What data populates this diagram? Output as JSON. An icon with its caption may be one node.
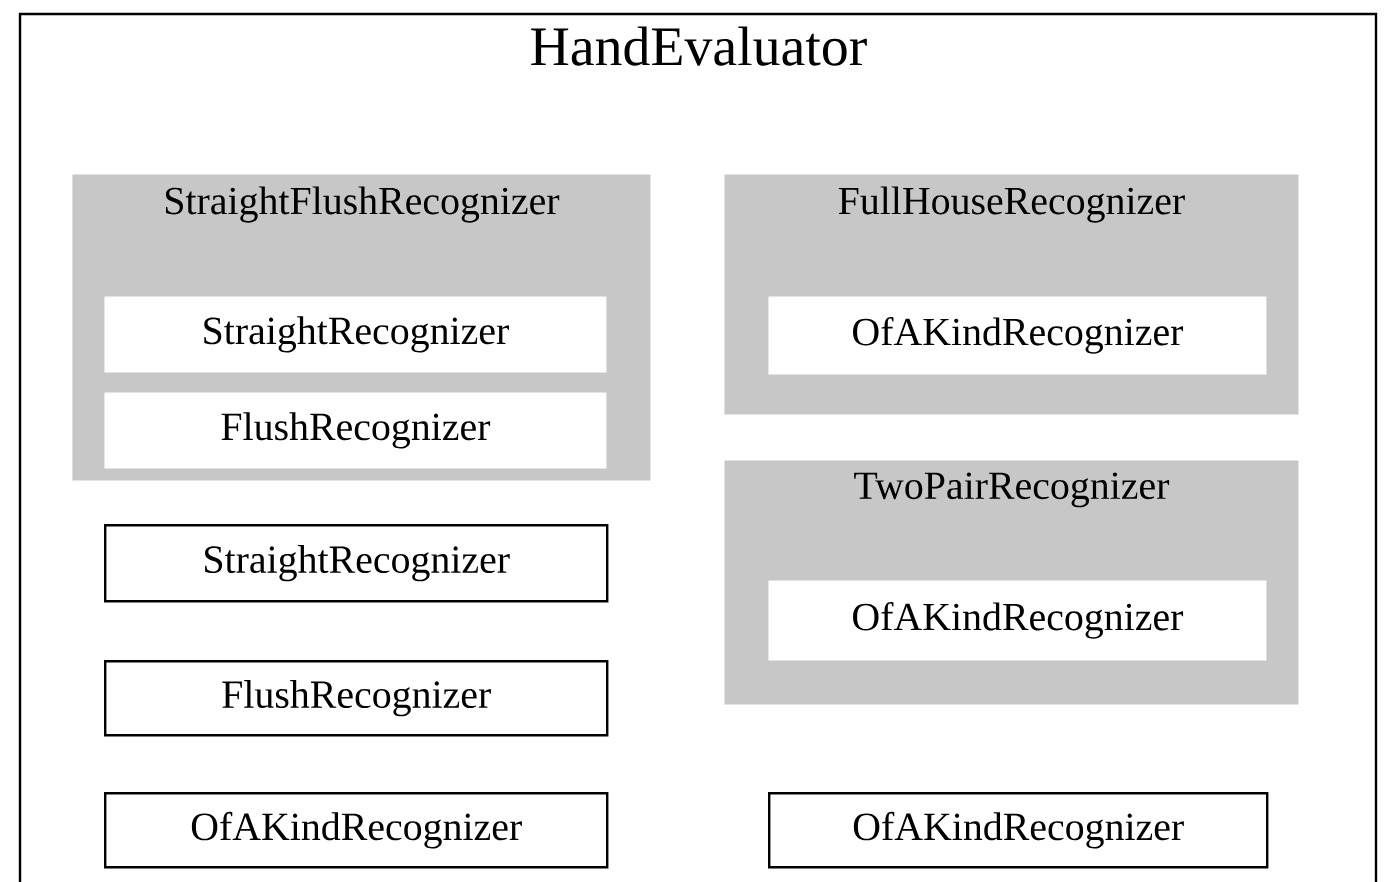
{
  "diagram": {
    "nodes": [
      {
        "text": [
          "HandEvaluator"
        ]
      },
      {
        "text": [
          "StraightFlushRecognizer"
        ],
        "in": 0
      },
      {
        "text": [
          "StraightRecognizer"
        ],
        "in": 1
      },
      {
        "text": [
          "FlushRecognizer"
        ],
        "in": 1
      },
      {
        "text": [
          "FullHouseRecognizer"
        ],
        "in": 0
      },
      {
        "text": [
          "OfAKindRecognizer"
        ],
        "in": 4
      },
      {
        "text": [
          "TwoPairRecognizer"
        ],
        "in": 0
      },
      {
        "text": [
          "OfAKindRecognizer"
        ],
        "in": 6
      },
      {
        "text": [
          "StraightRecognizer"
        ],
        "in": 0
      },
      {
        "text": [
          "FlushRecognizer"
        ],
        "in": 0
      },
      {
        "text": [
          "OfAKindRecognizer"
        ],
        "in": 0
      },
      {
        "text": [
          "OfAKindRecognizer"
        ],
        "in": 0
      }
    ]
  }
}
